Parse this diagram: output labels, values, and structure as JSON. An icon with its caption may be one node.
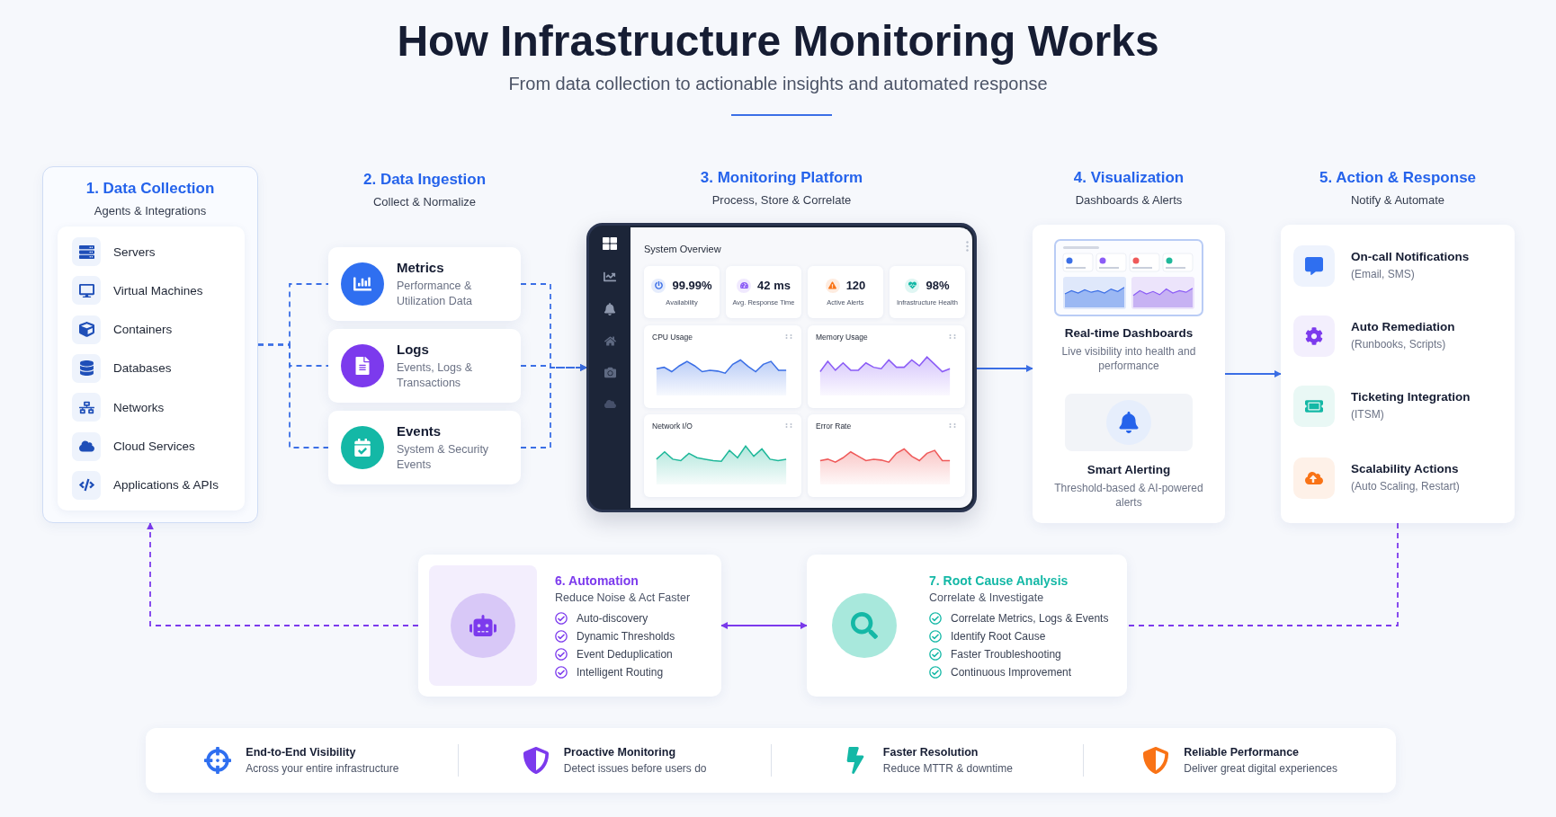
{
  "diagram": {
    "title": "How Infrastructure Monitoring Works",
    "nodes": [
      {
        "text": [
          "1. Data Collection",
          "Agents & Integrations"
        ]
      },
      {
        "text": [
          "Servers",
          "Virtual Machines",
          "Containers",
          "Databases",
          "Networks",
          "Cloud Services",
          "Applications & APIs"
        ],
        "in": 0
      },
      {
        "text": [
          "Metrics",
          "Performance & Utilization Data"
        ]
      },
      {
        "text": [
          "Logs",
          "Events, Logs & Transactions"
        ]
      },
      {
        "text": [
          "Events",
          "System & Security Events"
        ]
      },
      {
        "text": [
          "3. Monitoring Platform",
          "Process, Store & Correlate",
          "System Overview"
        ]
      },
      {
        "text": [
          "99.99%",
          "Availability"
        ],
        "in": 5
      },
      {
        "text": [
          "42 ms",
          "Avg. Response Time"
        ],
        "in": 5
      },
      {
        "text": [
          "120",
          "Active Alerts"
        ],
        "in": 5
      },
      {
        "text": [
          "98%",
          "Infrastructure Health"
        ],
        "in": 5
      },
      {
        "text": [
          "CPU Usage"
        ],
        "in": 5
      },
      {
        "text": [
          "Memory Usage"
        ],
        "in": 5
      },
      {
        "text": [
          "Network I/O"
        ],
        "in": 5
      },
      {
        "text": [
          "Error Rate"
        ],
        "in": 5
      },
      {
        "text": [
          "4. Visualization",
          "Dashboards & Alerts"
        ]
      },
      {
        "text": [
          "Real-time Dashboards",
          "Live visibility into health and performance"
        ],
        "in": 14
      },
      {
        "text": [
          "Smart Alerting",
          "Threshold-based & AI-powered alerts"
        ],
        "in": 14
      },
      {
        "text": [
          "5. Action & Response",
          "Notify & Automate"
        ]
      },
      {
        "text": [
          "On-call Notifications",
          "(Email, SMS)"
        ],
        "in": 17
      },
      {
        "text": [
          "Auto Remediation",
          "(Runbooks, Scripts)"
        ],
        "in": 17
      },
      {
        "text": [
          "Ticketing Integration",
          "(ITSM)"
        ],
        "in": 17
      },
      {
        "text": [
          "Scalability Actions",
          "(Auto Scaling, Restart)"
        ],
        "in": 17
      },
      {
        "text": [
          "6. Automation",
          "Reduce Noise & Act Faster",
          "Auto-discovery",
          "Dynamic Thresholds",
          "Event Deduplication",
          "Intelligent Routing"
        ]
      },
      {
        "text": [
          "7. Root Cause Analysis",
          "Correlate & Investigate",
          "Correlate Metrics, Logs & Events",
          "Identify Root Cause",
          "Faster Troubleshooting",
          "Continuous Improvement"
        ]
      }
    ],
    "edges": [
      {
        "from": 0,
        "to": 2,
        "arrow": "none",
        "style": "dashed"
      },
      {
        "from": 0,
        "to": 3,
        "arrow": "none",
        "style": "dashed"
      },
      {
        "from": 0,
        "to": 4,
        "arrow": "none",
        "style": "dashed"
      },
      {
        "from": 2,
        "to": 5,
        "arrow": "to",
        "style": "dashed"
      },
      {
        "from": 3,
        "to": 5,
        "arrow": "to",
        "style": "dashed"
      },
      {
        "from": 4,
        "to": 5,
        "arrow": "to",
        "style": "dashed"
      },
      {
        "from": 5,
        "to": 14,
        "arrow": "to"
      },
      {
        "from": 14,
        "to": 17,
        "arrow": "to"
      },
      {
        "from": 17,
        "to": 23,
        "arrow": "none",
        "style": "dashed",
        "color": "#7c3aed"
      },
      {
        "from": 22,
        "to": 23,
        "arrow": "both",
        "color": "#7c3aed"
      },
      {
        "from": 22,
        "to": 0,
        "arrow": "to",
        "style": "dashed",
        "color": "#7c3aed"
      }
    ],
    "labels": [
      "From data collection to actionable insights and automated response",
      "2. Data Ingestion",
      "Collect & Normalize",
      "End-to-End Visibility",
      "Across your entire infrastructure",
      "Proactive Monitoring",
      "Detect issues before users do",
      "Faster Resolution",
      "Reduce MTTR & downtime",
      "Reliable Performance",
      "Deliver great digital experiences"
    ]
  }
}
